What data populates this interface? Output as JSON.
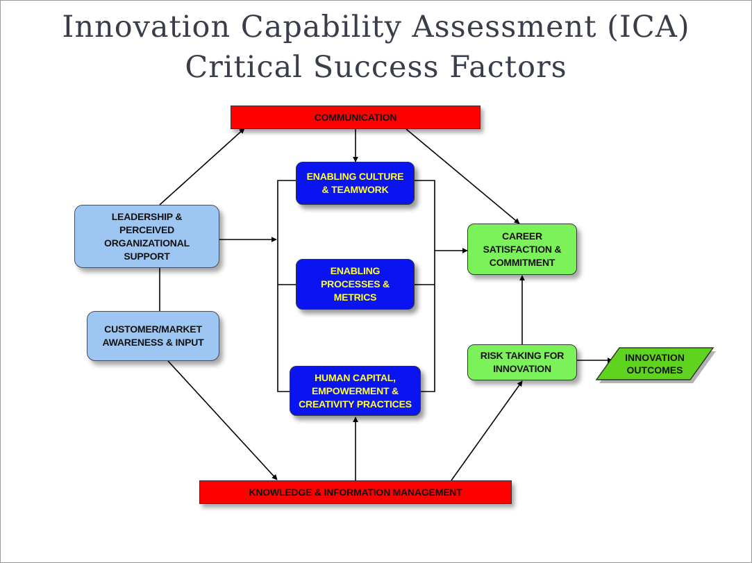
{
  "title": {
    "line1": "Innovation Capability Assessment (ICA)",
    "line2": "Critical Success Factors"
  },
  "nodes": {
    "communication": "COMMUNICATION",
    "leadership": "LEADERSHIP &\nPERCEIVED\nORGANIZATIONAL\nSUPPORT",
    "customer": "CUSTOMER/MARKET\nAWARENESS & INPUT",
    "culture": "ENABLING CULTURE\n& TEAMWORK",
    "processes": "ENABLING\nPROCESSES &\nMETRICS",
    "human_capital": "HUMAN CAPITAL,\nEMPOWERMENT &\nCREATIVITY PRACTICES",
    "career": "CAREER\nSATISFACTION &\nCOMMITMENT",
    "risk": "RISK TAKING FOR\nINNOVATION",
    "outcomes": "INNOVATION\nOUTCOMES",
    "knowledge": "KNOWLEDGE & INFORMATION MANAGEMENT"
  },
  "colors": {
    "red": "#ff0000",
    "light_blue": "#9ec6f3",
    "blue": "#0a14f0",
    "blue_text": "#ffff33",
    "green": "#7cf25a",
    "outcomes_green": "#5fd41e"
  }
}
